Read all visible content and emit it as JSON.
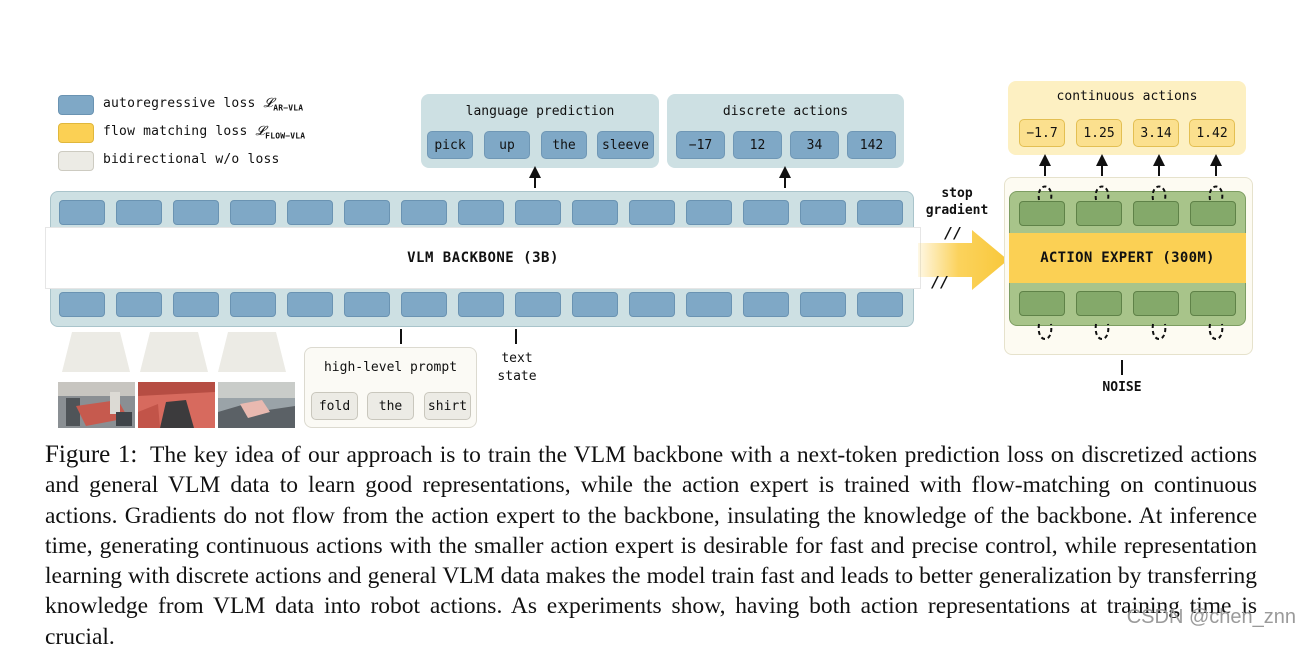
{
  "legend": {
    "autoregressive": "autoregressive loss",
    "autoregressive_symbol": "𝓛",
    "autoregressive_sub": "AR−VLA",
    "flow": "flow matching loss",
    "flow_symbol": "𝓛",
    "flow_sub": "FLOW−VLA",
    "bidirectional": "bidirectional w/o loss",
    "colors": {
      "autoregressive": "#7fa8c6",
      "flow": "#fbd054",
      "bidirectional": "#ecebe5"
    }
  },
  "language_prediction": {
    "title": "language prediction",
    "tokens": [
      "pick",
      "up",
      "the",
      "sleeve"
    ]
  },
  "discrete_actions": {
    "title": "discrete actions",
    "tokens": [
      "−17",
      "12",
      "34",
      "142"
    ]
  },
  "continuous_actions": {
    "title": "continuous actions",
    "tokens": [
      "−1.7",
      "1.25",
      "3.14",
      "1.42"
    ]
  },
  "backbone": {
    "label": "VLM BACKBONE (3B)"
  },
  "stop_gradient": {
    "line1": "stop",
    "line2": "gradient",
    "marks": "//"
  },
  "action_expert": {
    "label": "ACTION EXPERT (300M)"
  },
  "noise_label": "NOISE",
  "high_level_prompt": {
    "title": "high-level prompt",
    "tokens": [
      "fold",
      "the",
      "shirt"
    ]
  },
  "text_state": {
    "line1": "text",
    "line2": "state"
  },
  "caption": {
    "figure_label": "Figure 1:",
    "text": "The key idea of our approach is to train the VLM backbone with a next-token prediction loss on discretized actions and general VLM data to learn good representations, while the action expert is trained with flow-matching on continuous actions. Gradients do not flow from the action expert to the backbone, insulating the knowledge of the backbone. At inference time, generating continuous actions with the smaller action expert is desirable for fast and precise control, while representation learning with discrete actions and general VLM data makes the model train fast and leads to better generalization by transferring knowledge from VLM data into robot actions. As experiments show, having both action representations at training time is crucial."
  },
  "watermark": "CSDN @chen_znn"
}
